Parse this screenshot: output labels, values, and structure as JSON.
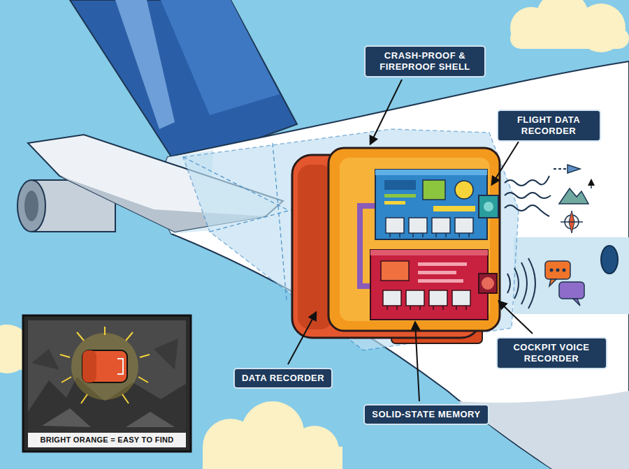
{
  "diagram": {
    "nodes": [
      {
        "text": [
          "CRASH-PROOF & FIREPROOF SHELL"
        ]
      },
      {
        "text": [
          "FLIGHT DATA RECORDER"
        ]
      },
      {
        "text": [
          "COCKPIT VOICE RECORDER"
        ]
      },
      {
        "text": [
          "DATA RECORDER"
        ]
      },
      {
        "text": [
          "SOLID-STATE MEMORY"
        ]
      },
      {
        "text": [
          "BRIGHT ORANGE = EASY TO FIND"
        ]
      }
    ]
  }
}
